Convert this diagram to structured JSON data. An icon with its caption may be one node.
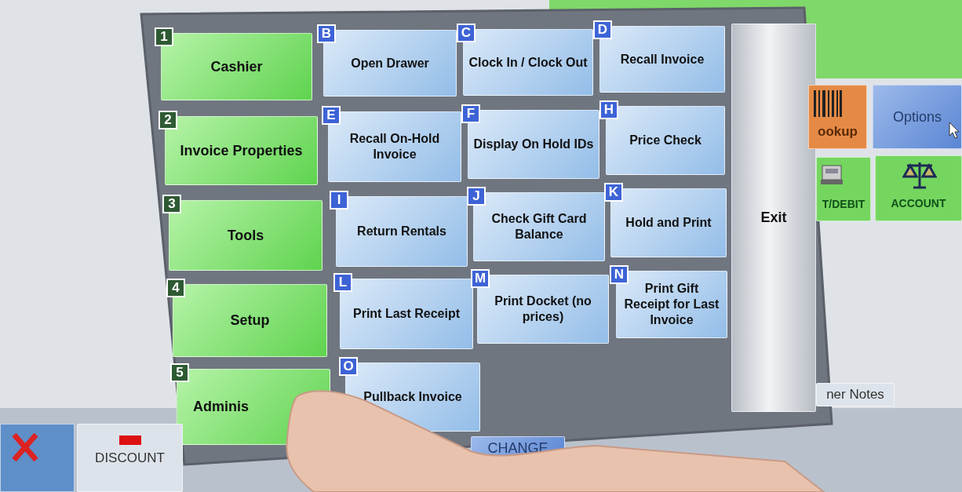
{
  "diagram": {
    "nodes": [
      {
        "text": [
          "1",
          "Cashier"
        ]
      },
      {
        "text": [
          "B",
          "Open Drawer"
        ]
      },
      {
        "text": [
          "C",
          "Clock In / Clock Out"
        ]
      },
      {
        "text": [
          "D",
          "Recall Invoice"
        ]
      },
      {
        "text": [
          "2",
          "Invoice Properties"
        ]
      },
      {
        "text": [
          "E",
          "Recall On-Hold Invoice"
        ]
      },
      {
        "text": [
          "F",
          "Display On Hold IDs"
        ]
      },
      {
        "text": [
          "H",
          "Price Check"
        ]
      },
      {
        "text": [
          "3",
          "Tools"
        ]
      },
      {
        "text": [
          "I",
          "Return Rentals"
        ]
      },
      {
        "text": [
          "J",
          "Check Gift Card Balance"
        ]
      },
      {
        "text": [
          "K",
          "Hold and Print"
        ]
      },
      {
        "text": [
          "4",
          "Setup"
        ]
      },
      {
        "text": [
          "L",
          "Print Last Receipt"
        ]
      },
      {
        "text": [
          "M",
          "Print Docket (no prices)"
        ]
      },
      {
        "text": [
          "N",
          "Print Gift Receipt for Last Invoice"
        ]
      },
      {
        "text": [
          "5",
          "Adminis"
        ]
      },
      {
        "text": [
          "O",
          "Pullback Invoice"
        ]
      },
      {
        "text": [
          "Exit"
        ]
      },
      {
        "text": [
          "ookup"
        ]
      },
      {
        "text": [
          "Options"
        ]
      },
      {
        "text": [
          "T/DEBIT"
        ]
      },
      {
        "text": [
          "ACCOUNT"
        ]
      },
      {
        "text": [
          "ner Notes"
        ]
      },
      {
        "text": [],
        "shape": "box"
      },
      {
        "text": [
          "DISCOUNT"
        ]
      },
      {
        "text": [
          "CHANGE"
        ]
      }
    ]
  }
}
